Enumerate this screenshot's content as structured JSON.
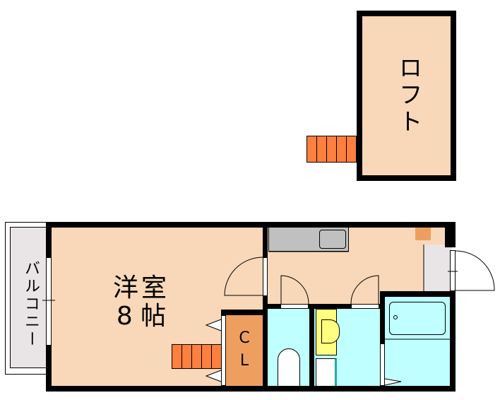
{
  "colors": {
    "room": "#f8d8b8",
    "stairs": "#ff7f3f",
    "closet": "#ee9f60",
    "wet_area": "#bfffff",
    "balcony": "#e9e4e6",
    "kitchen_counter": "#c0c0c0",
    "vanity": "#ffff7f",
    "wall": "#000000"
  },
  "loft": {
    "label": "ロフト"
  },
  "western_room": {
    "label_line1": "洋室",
    "label_line2": "8 帖"
  },
  "balcony": {
    "label": "バルコニー"
  },
  "closet": {
    "label_line1": "C",
    "label_line2": "L"
  }
}
